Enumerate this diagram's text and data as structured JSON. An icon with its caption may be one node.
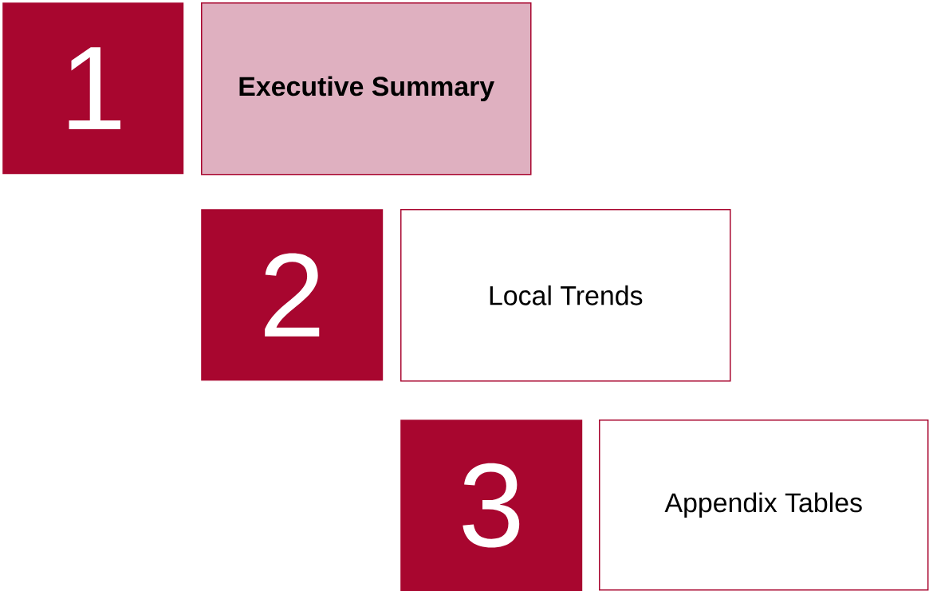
{
  "diagram": {
    "nodes": [
      {
        "text": [
          "1"
        ]
      },
      {
        "text": [
          "Executive Summary"
        ]
      },
      {
        "text": [
          "2"
        ]
      },
      {
        "text": [
          "Local Trends"
        ]
      },
      {
        "text": [
          "3"
        ]
      },
      {
        "text": [
          "Appendix Tables"
        ]
      }
    ]
  }
}
